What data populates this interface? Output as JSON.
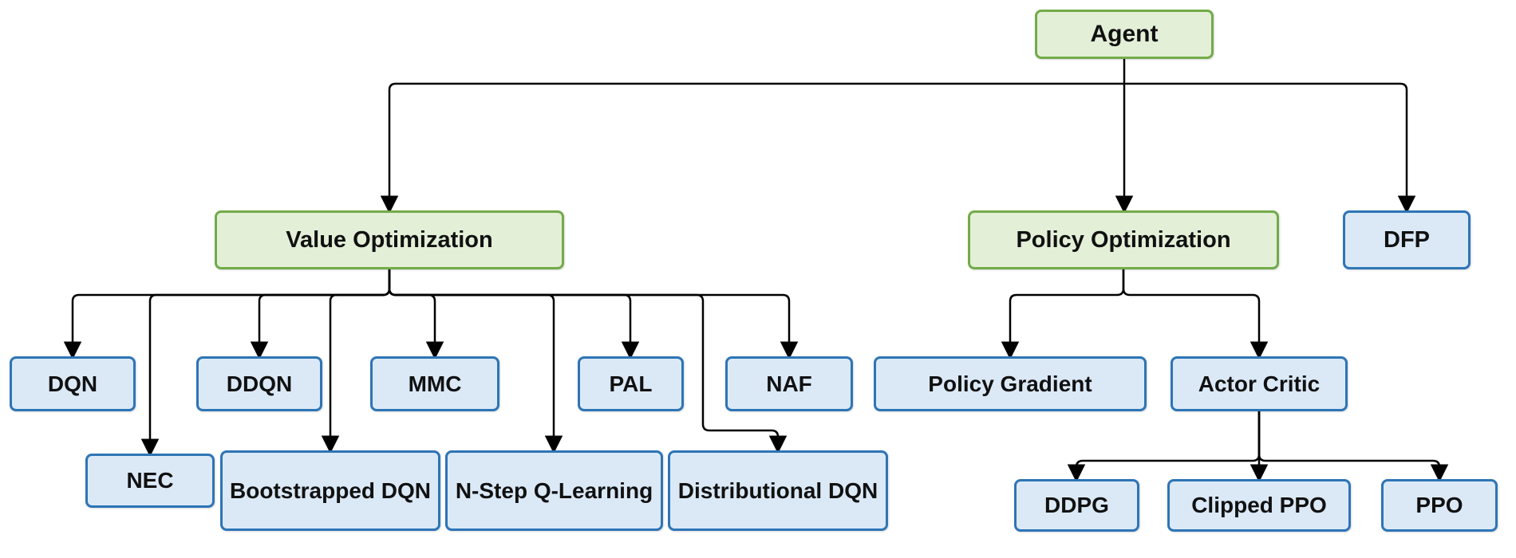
{
  "title": "Reinforcement learning agent algorithm hierarchy",
  "colors": {
    "category_fill": "#e3efd7",
    "category_border": "#73ab49",
    "algorithm_fill": "#dbe9f7",
    "algorithm_border": "#2e75b6",
    "connector": "#000000",
    "text": "#111111"
  },
  "nodes": {
    "agent": {
      "label": "Agent"
    },
    "value_optimization": {
      "label": "Value Optimization"
    },
    "policy_optimization": {
      "label": "Policy Optimization"
    },
    "dfp": {
      "label": "DFP"
    },
    "dqn": {
      "label": "DQN"
    },
    "ddqn": {
      "label": "DDQN"
    },
    "mmc": {
      "label": "MMC"
    },
    "pal": {
      "label": "PAL"
    },
    "naf": {
      "label": "NAF"
    },
    "nec": {
      "label": "NEC"
    },
    "bootstrapped_dqn": {
      "label": "Bootstrapped DQN"
    },
    "n_step_q_learning": {
      "label": "N-Step Q-Learning"
    },
    "distributional_dqn": {
      "label": "Distributional DQN"
    },
    "policy_gradient": {
      "label": "Policy Gradient"
    },
    "actor_critic": {
      "label": "Actor Critic"
    },
    "ddpg": {
      "label": "DDPG"
    },
    "clipped_ppo": {
      "label": "Clipped PPO"
    },
    "ppo": {
      "label": "PPO"
    }
  },
  "edges": [
    {
      "from": "agent",
      "to": "value_optimization"
    },
    {
      "from": "agent",
      "to": "policy_optimization"
    },
    {
      "from": "agent",
      "to": "dfp"
    },
    {
      "from": "value_optimization",
      "to": "dqn"
    },
    {
      "from": "value_optimization",
      "to": "nec"
    },
    {
      "from": "value_optimization",
      "to": "ddqn"
    },
    {
      "from": "value_optimization",
      "to": "bootstrapped_dqn"
    },
    {
      "from": "value_optimization",
      "to": "mmc"
    },
    {
      "from": "value_optimization",
      "to": "n_step_q_learning"
    },
    {
      "from": "value_optimization",
      "to": "pal"
    },
    {
      "from": "value_optimization",
      "to": "naf"
    },
    {
      "from": "value_optimization",
      "to": "distributional_dqn"
    },
    {
      "from": "policy_optimization",
      "to": "policy_gradient"
    },
    {
      "from": "policy_optimization",
      "to": "actor_critic"
    },
    {
      "from": "actor_critic",
      "to": "ddpg"
    },
    {
      "from": "actor_critic",
      "to": "clipped_ppo"
    },
    {
      "from": "actor_critic",
      "to": "ppo"
    }
  ]
}
